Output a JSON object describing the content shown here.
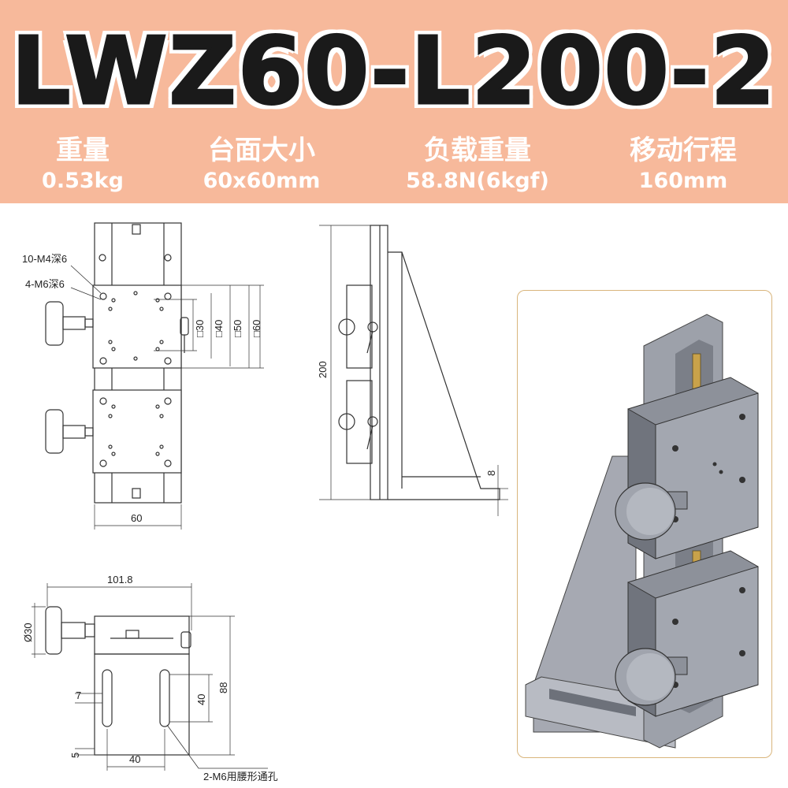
{
  "header": {
    "model": "LWZ60-L200-2",
    "specs": [
      {
        "label": "重量",
        "value": "0.53kg"
      },
      {
        "label": "台面大小",
        "value": "60x60mm"
      },
      {
        "label": "负载重量",
        "value": "58.8N(6kgf)"
      },
      {
        "label": "移动行程",
        "value": "160mm"
      }
    ]
  },
  "top_view": {
    "hole_note_1": "10-M4深6",
    "hole_note_2": "4-M6深6",
    "dims": [
      "□30",
      "□40",
      "□50",
      "□60"
    ],
    "width": "60"
  },
  "side_view": {
    "height": "200",
    "base_thickness": "8"
  },
  "front_view": {
    "overall_length": "101.8",
    "knob_diameter": "Ø30",
    "height": "88",
    "slot_spacing_v": "40",
    "slot_width": "7",
    "edge": "5",
    "slot_spacing_h": "40",
    "slot_note": "2-M6用腰形通孔"
  },
  "colors": {
    "banner": "#f7b99b",
    "photo_frame": "#d9b57c",
    "metal": "#8a8e98"
  }
}
